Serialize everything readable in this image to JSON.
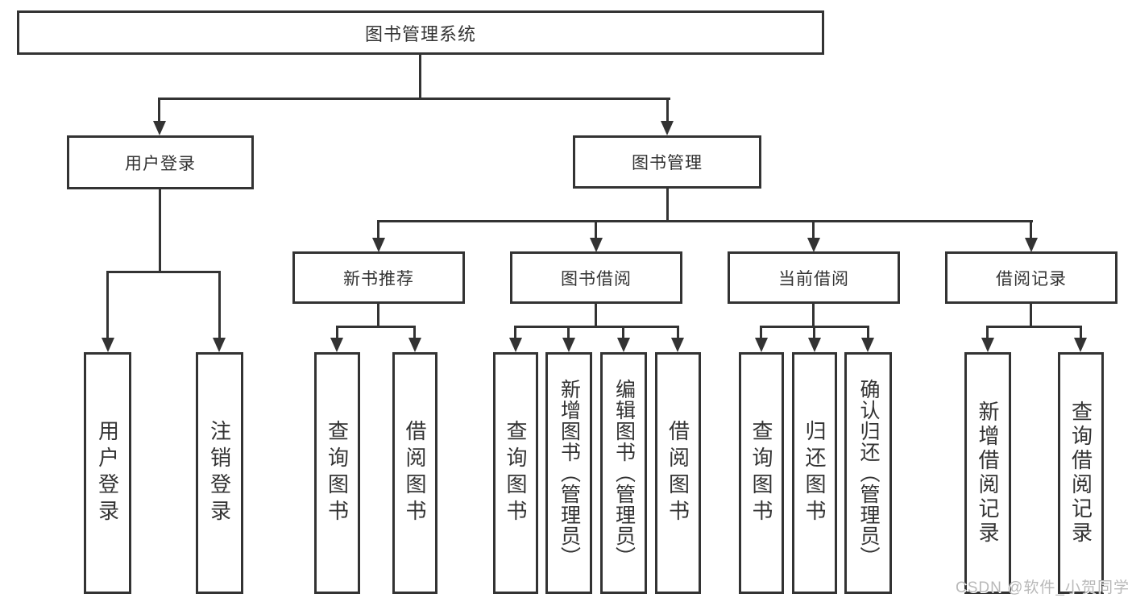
{
  "tree": {
    "root": {
      "label": "图书管理系统"
    },
    "branches": [
      {
        "label": "用户登录",
        "leaves": [
          {
            "label": "用户登录"
          },
          {
            "label": "注销登录"
          }
        ]
      },
      {
        "label": "图书管理",
        "groups": [
          {
            "label": "新书推荐",
            "leaves": [
              {
                "label": "查询图书"
              },
              {
                "label": "借阅图书"
              }
            ]
          },
          {
            "label": "图书借阅",
            "leaves": [
              {
                "label": "查询图书"
              },
              {
                "label": "新增图书（管理员）"
              },
              {
                "label": "编辑图书（管理员）"
              },
              {
                "label": "借阅图书"
              }
            ]
          },
          {
            "label": "当前借阅",
            "leaves": [
              {
                "label": "查询图书"
              },
              {
                "label": "归还图书"
              },
              {
                "label": "确认归还（管理员）"
              }
            ]
          },
          {
            "label": "借阅记录",
            "leaves": [
              {
                "label": "新增借阅记录"
              },
              {
                "label": "查询借阅记录"
              }
            ]
          }
        ]
      }
    ]
  },
  "watermark": "CSDN @软件_小贺同学",
  "colors": {
    "line": "#333333",
    "text": "#333333",
    "watermark": "#b9b9b9",
    "background": "#ffffff"
  }
}
